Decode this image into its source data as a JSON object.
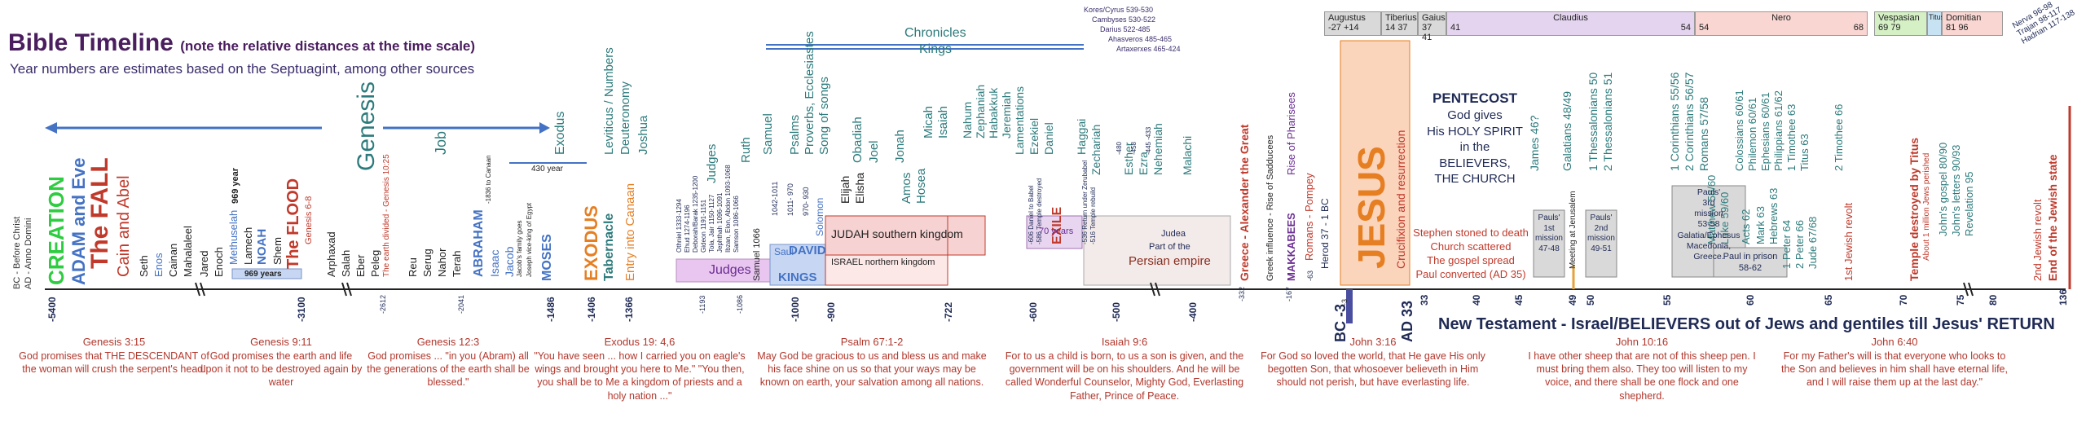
{
  "header": {
    "title": "Bible Timeline",
    "title_note": "(note the relative distances at the time scale)",
    "subtitle": "Year numbers are estimates based on the Septuagint, among other sources"
  },
  "legend": {
    "bc": "BC - Before Christ",
    "ad": "AD - Anno Domini"
  },
  "colors": {
    "accent": "#4472c4",
    "red": "#c0392b",
    "orange": "#e67e22",
    "green": "#2ecc40",
    "purple": "#6a2c91",
    "teal": "#2c7a7b"
  },
  "early": {
    "creation": "CREATION",
    "adam_eve": "ADAM and Eve",
    "fall": "The FALL",
    "cain_abel": "Cain and Abel",
    "patriarchs": [
      "Seth",
      "Enos",
      "Cainan",
      "Mahalaleel",
      "Jared",
      "Enoch"
    ],
    "methuselah": "Methuselah",
    "methuselah_years": "969 year",
    "lamech": "Lamech",
    "noah": "NOAH",
    "shem": "Shem",
    "flood": "The FLOOD",
    "flood_ref": "Genesis 6-8",
    "bar_969": "969 years",
    "after_flood": [
      "Arphaxad",
      "Salah",
      "Eber",
      "Peleg"
    ],
    "earth_divided": "The earth divided - Genesis 10:25",
    "after_peleg": [
      "Reu",
      "Serug",
      "Nahor",
      "Terah"
    ],
    "abraham": "ABRAHAM",
    "isaac": "Isaac",
    "jacob": "Jacob",
    "jacob_note": "Jacob's family goes",
    "joseph_note": "Joseph vice-king of Egypt",
    "canaan_note": "-1836 to Canaan",
    "moses": "MOSES",
    "genesis": "Genesis",
    "job": "Job",
    "exodus_book": "Exodus",
    "years_430": "430 year",
    "exodus": "EXODUS",
    "tabernacle": "Tabernacle",
    "entry": "Entry into Canaan",
    "books1": [
      "Leviticus / Numbers",
      "Deuteronomy",
      "Joshua"
    ]
  },
  "judges": {
    "title": "Judges",
    "bar": "Judges",
    "list": [
      "Othniel 1333-1294",
      "Ehud 1274-1196",
      "Deborah/Barak 1235-1200",
      "Gideon 1191-1151",
      "Tola, Jair 1150-1127",
      "Jephthah 1096-1091",
      "Ibzan, Elon, Abdon 1093-1068",
      "Samson 1086-1066"
    ],
    "ruth": "Ruth",
    "samuel": "Samuel",
    "samuel_date": "Samuel 1066"
  },
  "kings": {
    "saul": "Saul",
    "david": "DAVID",
    "solomon": "Solomon",
    "kings_label": "KINGS",
    "psalms": "Psalms",
    "proverbs": "Proverbs, Ecclesiastes",
    "song": "Song of songs",
    "dates": [
      "1042-1011",
      "1011- 970",
      "970- 930"
    ],
    "judah": "JUDAH southern kingdom",
    "israel": "ISRAEL northern kingdom",
    "prophets_a": [
      "Elijah",
      "Elisha",
      "Obadiah",
      "Joel",
      "Jonah",
      "Amos",
      "Hosea",
      "Micah",
      "Isaiah",
      "Nahum",
      "Zephaniah",
      "Habakkuk",
      "Jeremiah",
      "Lamentations",
      "Ezekiel",
      "Daniel"
    ],
    "chronicles": "Chronicles",
    "kings_book": "Kings"
  },
  "exile": {
    "label": "EXILE",
    "years": "70 years",
    "notes": [
      "-606 Daniel to Babel",
      "-586 Temple destroyed",
      "-536 Return under Zerubabel",
      "-516 Temple rebuild"
    ],
    "post": [
      "Haggai",
      "Zechariah",
      "Esther",
      "Ezra",
      "Nehemiah",
      "Malachi"
    ],
    "post_dates": [
      "-480",
      "-458",
      "-445 -433"
    ],
    "persia_kings": [
      "Kores/Cyrus 539-530",
      "Cambyses 530-522",
      "Darius 522-485",
      "Ahasveros 485-465",
      "Artaxerxes 465-424"
    ],
    "persian_box": "Judea",
    "persian_part": "Part of the",
    "persian_empire": "Persian empire"
  },
  "greece": {
    "alexander": "Greece - Alexander the Great",
    "alex_date": "-332",
    "greek_influence": "Greek influence - Rise of Sadducees",
    "pharisees": "Rise of Pharisees",
    "makkabees": "MAKKABEES",
    "mak_date": "-167",
    "romans": "Romans - Pompey",
    "rom_date": "-63",
    "herod": "Herod  37 - 1 BC"
  },
  "jesus": {
    "name": "JESUS",
    "crucifixion": "Crucifixion and resurrection",
    "pentecost": "PENTECOST",
    "pentecost_text": [
      "God gives",
      "His HOLY SPIRIT",
      "in the",
      "BELIEVERS,",
      "THE CHURCH"
    ],
    "stephen": [
      "Stephen stoned to death",
      "Church scattered",
      "The gospel spread",
      "Paul converted (AD 35)"
    ],
    "bc": "BC -3",
    "ad": "AD 33"
  },
  "emperors": [
    {
      "name": "Augustus",
      "from": "-27",
      "to": "+14"
    },
    {
      "name": "Tiberius",
      "from": "14",
      "to": "37"
    },
    {
      "name": "Gaius",
      "from": "37",
      "to": "41"
    },
    {
      "name": "Claudius",
      "from": "41",
      "to": "54"
    },
    {
      "name": "Nero",
      "from": "54",
      "to": "68"
    },
    {
      "name": "Vespasian",
      "from": "69",
      "to": "79"
    },
    {
      "name": "Titus",
      "from": "",
      "to": ""
    },
    {
      "name": "Domitian",
      "from": "81",
      "to": "96"
    }
  ],
  "late_emperors": [
    "Nerva 96-98",
    "Trajan 98-117",
    "Hadrian 117-138"
  ],
  "nt": {
    "james": "James 46?",
    "galatians": "Galatians 48/49",
    "thess": [
      "1 Thessalonians 50",
      "2 Thessalonians 51"
    ],
    "corinth": [
      "1 Corinthians 55/56",
      "2 Corinthians 56/57",
      "Romans 57/58"
    ],
    "prison": [
      "Colossians 60/61",
      "Philemon 60/61",
      "Ephesians 60/61",
      "Philippians 61/62",
      "1 Timothee 63",
      "Titus 63"
    ],
    "late_letters": [
      "2 Timothee 66",
      "1 Peter 64",
      "2 Peter 66",
      "Jude 67/68",
      "Hebrews 63",
      "Mark 63",
      "Acts 62",
      "Luke 59/60",
      "Matthew 58/60"
    ],
    "meeting": "Meeting at Jerusalem",
    "mission1": [
      "Pauls'",
      "1st",
      "mission",
      "47-48"
    ],
    "mission2": [
      "Pauls'",
      "2nd",
      "mission",
      "49-51"
    ],
    "mission3": [
      "Pauls'",
      "3rd",
      "mission",
      "53-58",
      "Galatia/Ephesus",
      "Macedonia,",
      "Greece."
    ],
    "prison_box": [
      "Paul in prison",
      "58-62"
    ],
    "revolt1": "1st Jewish revolt",
    "temple": "Temple destroyed by Titus",
    "temple_sub": "About 1 million Jews perished",
    "john": [
      "John's gospel 80/90",
      "John's letters 90/93",
      "Revelation 95"
    ],
    "revolt2": "2nd Jewish revolt",
    "end": "End of the Jewish state",
    "nt_banner": "New Testament - Israel/BELIEVERS out of Jews and gentiles till Jesus' RETURN"
  },
  "ticks": [
    "-5400",
    "-3100",
    "-2612",
    "-2041",
    "-1486",
    "-1406",
    "-1366",
    "-1193",
    "-1086",
    "-1000",
    "-900",
    "-722",
    "-600",
    "-500",
    "-400",
    "-3",
    "33",
    "40",
    "45",
    "49",
    "50",
    "55",
    "60",
    "65",
    "70",
    "75",
    "80",
    "136"
  ],
  "verses": [
    {
      "ref": "Genesis 3:15",
      "text": "God promises that THE DESCENDANT of the woman will crush the serpent's head!"
    },
    {
      "ref": "Genesis 9:11",
      "text": "God promises the earth and life upon it not to be destroyed again by water"
    },
    {
      "ref": "Genesis 12:3",
      "text": "God promises ... \"in you (Abram) all the generations of the earth shall be blessed.\""
    },
    {
      "ref": "Exodus 19: 4,6",
      "text": "\"You have seen ... how I carried you on eagle's wings and brought you here to Me.\" \"You then, you shall be to Me a kingdom of priests and a holy nation ...\""
    },
    {
      "ref": "Psalm 67:1-2",
      "text": "May God be gracious to us and bless us and make his face shine on us so that your ways may be known on earth, your salvation among all nations."
    },
    {
      "ref": "Isaiah 9:6",
      "text": "For to us a child is born, to us a son is given, and the government will be on his shoulders. And he will be called Wonderful Counselor, Mighty God, Everlasting Father, Prince of Peace."
    },
    {
      "ref": "John 3:16",
      "text": "For God so loved the world, that He gave His only begotten Son, that whosoever believeth in Him should not perish, but have everlasting life."
    },
    {
      "ref": "John 10:16",
      "text": "I have other sheep that are not of this sheep pen. I must bring them also. They too will listen to my voice, and there shall be one flock and one shepherd."
    },
    {
      "ref": "John 6:40",
      "text": "For my Father's will is that everyone who looks to the Son and believes in him shall have eternal life, and I will raise them up at the last day.\""
    }
  ]
}
